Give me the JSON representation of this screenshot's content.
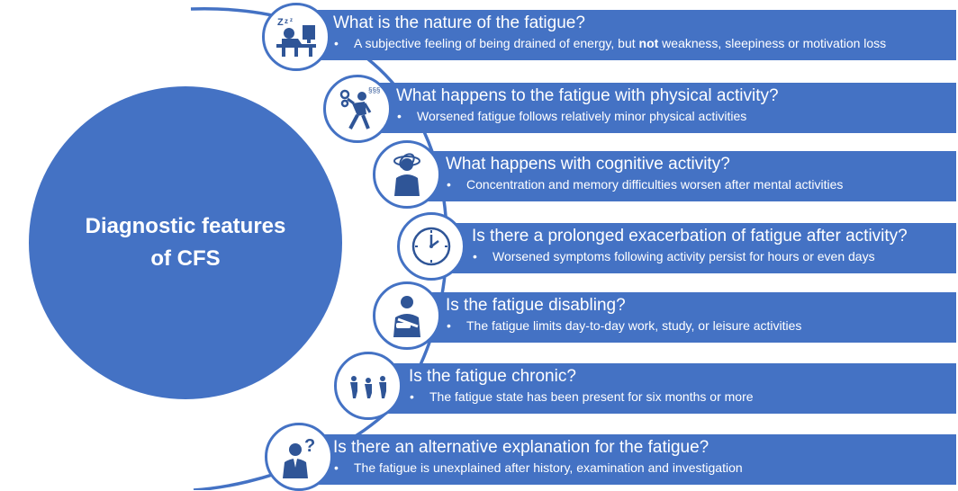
{
  "colors": {
    "accent": "#4472c4",
    "connector": "#4472c4",
    "text_on_accent": "#ffffff"
  },
  "center": {
    "title_line1": "Diagnostic features",
    "title_line2": "of CFS"
  },
  "features": [
    {
      "question": "What is the nature of the fatigue?",
      "bullet_pre": "A subjective feeling of being drained of energy, but ",
      "bullet_bold": "not",
      "bullet_post": " weakness, sleepiness or motivation loss",
      "icon": "sleeping-at-desk-icon"
    },
    {
      "question": "What happens to the fatigue with physical activity?",
      "bullet": "Worsened fatigue follows relatively minor physical activities",
      "icon": "exhausted-wind-up-person-icon"
    },
    {
      "question": "What happens with cognitive activity?",
      "bullet": "Concentration and memory difficulties worsen after mental activities",
      "icon": "dizzy-head-icon"
    },
    {
      "question": "Is there a prolonged exacerbation of fatigue after activity?",
      "bullet": "Worsened symptoms following activity persist for hours or even days",
      "icon": "clock-icon"
    },
    {
      "question": "Is the fatigue disabling?",
      "bullet": "The fatigue limits day-to-day work, study, or leisure activities",
      "icon": "arm-sling-person-icon"
    },
    {
      "question": "Is the fatigue chronic?",
      "bullet": "The fatigue state has been present for six months or more",
      "icon": "tired-people-icon"
    },
    {
      "question": "Is there an alternative explanation for the fatigue?",
      "bullet": "The fatigue is unexplained after history, examination and investigation",
      "icon": "doctor-question-icon"
    }
  ]
}
